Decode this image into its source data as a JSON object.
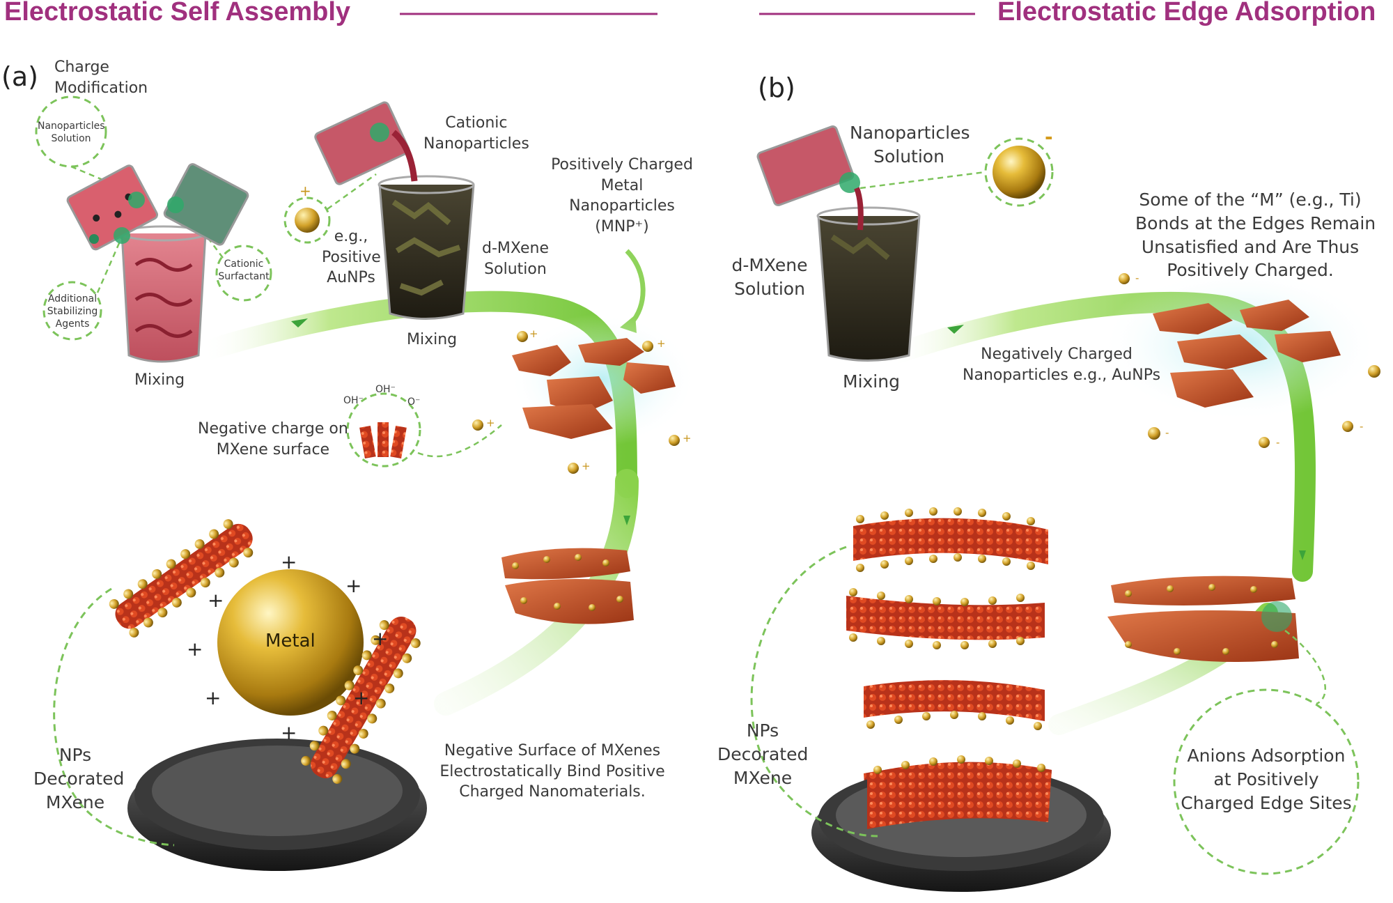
{
  "headers": {
    "left": "Electrostatic Self Assembly",
    "right": "Electrostatic Edge Adsorption"
  },
  "panel_a": {
    "label": "(a)",
    "charge_modification": "Charge\nModification",
    "nanoparticles_solution": "Nanoparticles\nSolution",
    "cationic_surfactant": "Cationic\nSurfactant",
    "stabilizing_agents": "Additional\nStabilizing\nAgents",
    "mixing_1": "Mixing",
    "cationic_nanoparticles": "Cationic\nNanoparticles",
    "positive_aunps": "e.g.,\nPositive\nAuNPs",
    "dmxene_solution": "d-MXene\nSolution",
    "mixing_2": "Mixing",
    "positively_charged_mnp": "Positively Charged\nMetal\nNanoparticles\n(MNP⁺)",
    "negative_charge_surface": "Negative charge on\nMXene surface",
    "oh1": "OH⁻",
    "oh2": "OH⁻",
    "o_minus": "O⁻",
    "metal": "Metal",
    "np_decorated": "NPs\nDecorated\nMXene",
    "negative_surface_bind": "Negative Surface of MXenes\nElectrostatically Bind Positive\nCharged Nanomaterials.",
    "plus": "+",
    "minus": "-"
  },
  "panel_b": {
    "label": "(b)",
    "nanoparticles_solution": "Nanoparticles\nSolution",
    "dmxene_solution": "d-MXene\nSolution",
    "mixing": "Mixing",
    "negatively_charged_np": "Negatively Charged\nNanoparticles e.g., AuNPs",
    "edges_unsatisfied": "Some of the “M” (e.g., Ti)\nBonds at the Edges Remain\nUnsatisfied and Are Thus\nPositively Charged.",
    "np_decorated": "NPs\nDecorated\nMXene",
    "anions_adsorption": "Anions Adsorption\nat Positively\nCharged Edge Sites"
  },
  "colors": {
    "header": "#a0307e",
    "arrow_green": "#8ed64a",
    "dash_green": "#7cc35a",
    "gold": "#d9a62a",
    "mxene": "#c7532a"
  }
}
